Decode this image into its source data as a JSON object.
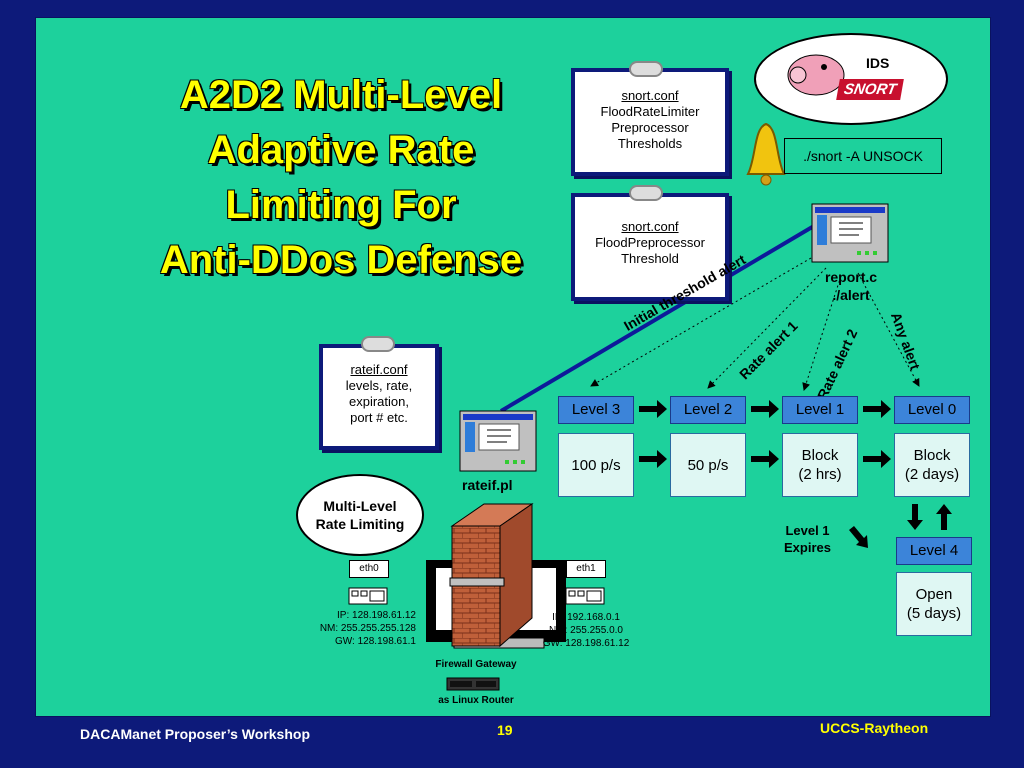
{
  "title": [
    "A2D2 Multi-Level",
    "Adaptive Rate",
    "Limiting For",
    "Anti-DDos Defense"
  ],
  "notes": {
    "flood_rate": {
      "file": "snort.conf",
      "lines": [
        "FloodRateLimiter",
        "Preprocessor",
        "Thresholds"
      ]
    },
    "flood_pre": {
      "file": "snort.conf",
      "lines": [
        "FloodPreprocessor",
        "Threshold"
      ]
    },
    "rateif": {
      "file": "rateif.conf",
      "lines": [
        "levels, rate,",
        "expiration,",
        "port # etc."
      ]
    }
  },
  "ids": {
    "label": "IDS",
    "logo": "SNORT",
    "command": "./snort -A UNSOCK"
  },
  "report": {
    "name": "report.c",
    "sub": "./alert"
  },
  "rateif_pl": "rateif.pl",
  "alerts": [
    "Initial threshold alert",
    "Rate alert 1",
    "Rate alert 2",
    "Any alert"
  ],
  "levels": [
    {
      "name": "Level 3",
      "value": "100 p/s"
    },
    {
      "name": "Level 2",
      "value": "50 p/s"
    },
    {
      "name": "Level 1",
      "value": "Block\n(2 hrs)"
    },
    {
      "name": "Level 0",
      "value": "Block\n(2 days)"
    }
  ],
  "level4": {
    "name": "Level 4",
    "value": "Open\n(5 days)"
  },
  "expires": "Level 1\nExpires",
  "multi_level": "Multi-Level\nRate Limiting",
  "eth0": {
    "label": "eth0",
    "ip": "IP: 128.198.61.12",
    "nm": "NM: 255.255.255.128",
    "gw": "GW: 128.198.61.1"
  },
  "eth1": {
    "label": "eth1",
    "ip": "IP: 192.168.0.1",
    "nm": "NM: 255.255.0.0",
    "gw": "GW: 128.198.61.12"
  },
  "gateway": [
    "Firewall Gateway",
    "as Linux Router"
  ],
  "footer": {
    "left": "DACAManet Proposer’s Workshop",
    "page": "19",
    "right": "UCCS-Raytheon"
  }
}
